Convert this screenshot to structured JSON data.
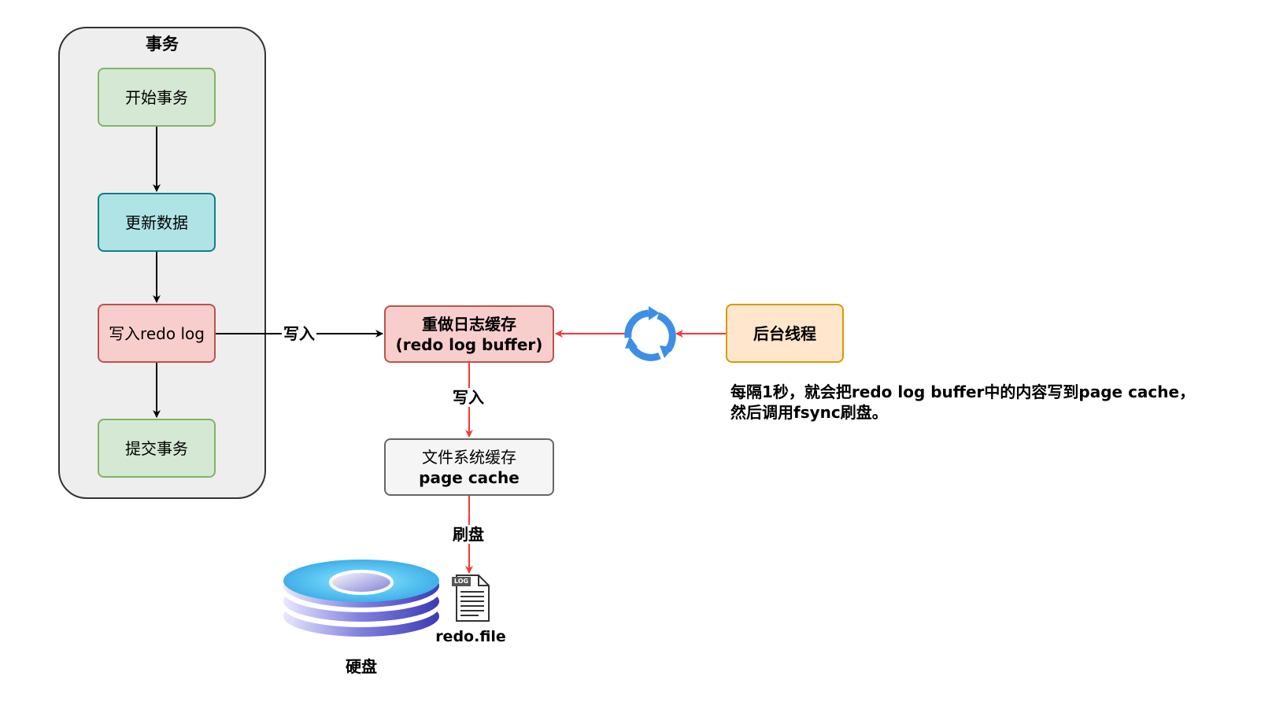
{
  "container": {
    "title": "事务"
  },
  "steps": {
    "start": "开始事务",
    "update": "更新数据",
    "write_redo": "写入redo log",
    "commit": "提交事务"
  },
  "redo_buffer": {
    "line1": "重做日志缓存",
    "line2": "(redo log buffer)"
  },
  "page_cache": {
    "line1": "文件系统缓存",
    "line2": "page cache"
  },
  "background_thread": "后台线程",
  "edge_labels": {
    "write_to_buffer": "写入",
    "write_to_cache": "写入",
    "flush": "刷盘"
  },
  "note": {
    "line1": "每隔1秒，就会把redo log buffer中的内容写到page cache，",
    "line2": "然后调用fsync刷盘。"
  },
  "disk_label": "硬盘",
  "file": {
    "badge": "LOG",
    "label": "redo.file"
  },
  "colors": {
    "green_fill": "#d5e8d4",
    "green_stroke": "#82b366",
    "teal_fill": "#b0e3e6",
    "teal_stroke": "#0e8088",
    "red_fill": "#f8cecc",
    "red_stroke": "#b85450",
    "orange_fill": "#ffe6cc",
    "orange_stroke": "#d79b00",
    "gray_fill": "#f5f5f5",
    "gray_stroke": "#666666",
    "red_arrow": "#ff3333",
    "cycle_blue": "#3d8fe6"
  }
}
